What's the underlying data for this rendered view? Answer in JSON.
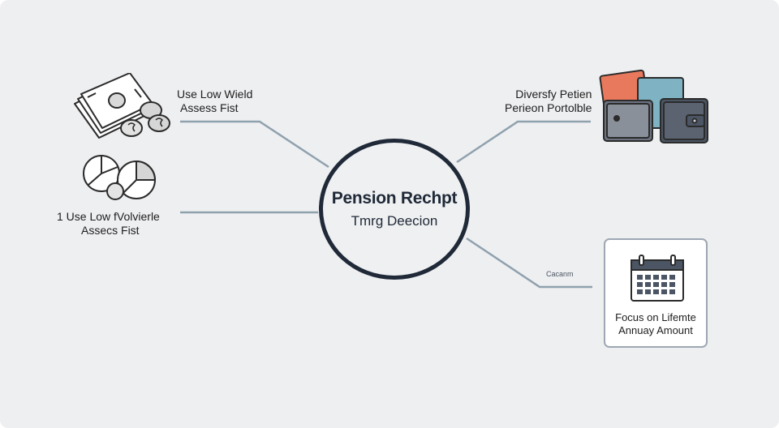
{
  "hub": {
    "title": "Pension Rechpt",
    "subtitle": "Tmrg Deecion"
  },
  "nodes": {
    "top_left": {
      "line1": "Use Low Wield",
      "line2": "Assess Fist",
      "icon": "banknotes-coins-icon"
    },
    "mid_left": {
      "line1": "1  Use Low fVolvierle",
      "line2": "Assecs Fist",
      "icon": "pie-coins-icon"
    },
    "top_right": {
      "line1": "Diversfy Petien",
      "line2": "Perieon Portolble",
      "icon": "wallets-icon"
    },
    "bottom_right": {
      "connector_label": "Cacanm",
      "line1": "Focus on Lifemte",
      "line2": "Annuay Amount",
      "icon": "calendar-icon"
    }
  },
  "colors": {
    "hub_border": "#1f2937",
    "connector": "#8fa1ad",
    "background": "#eeeff1",
    "accent_orange": "#e9795d",
    "accent_teal": "#7fb3c3"
  }
}
